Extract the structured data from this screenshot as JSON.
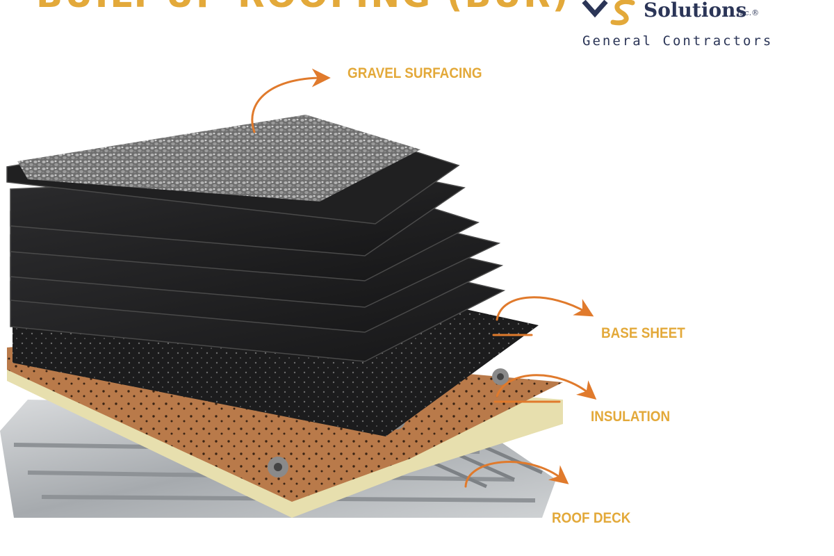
{
  "title": "BUILT-UP ROOFING (BUR)",
  "logo": {
    "name": "Solutions",
    "suffix": "Inc.®",
    "tagline": "General Contractors"
  },
  "labels": [
    {
      "key": "gravel",
      "text": "GRAVEL SURFACING"
    },
    {
      "key": "base",
      "text": "BASE SHEET"
    },
    {
      "key": "insulation",
      "text": "INSULATION"
    },
    {
      "key": "deck",
      "text": "ROOF DECK"
    }
  ],
  "colors": {
    "accent": "#e3a93a",
    "arrow": "#e07a2c",
    "brand": "#2b3557"
  }
}
